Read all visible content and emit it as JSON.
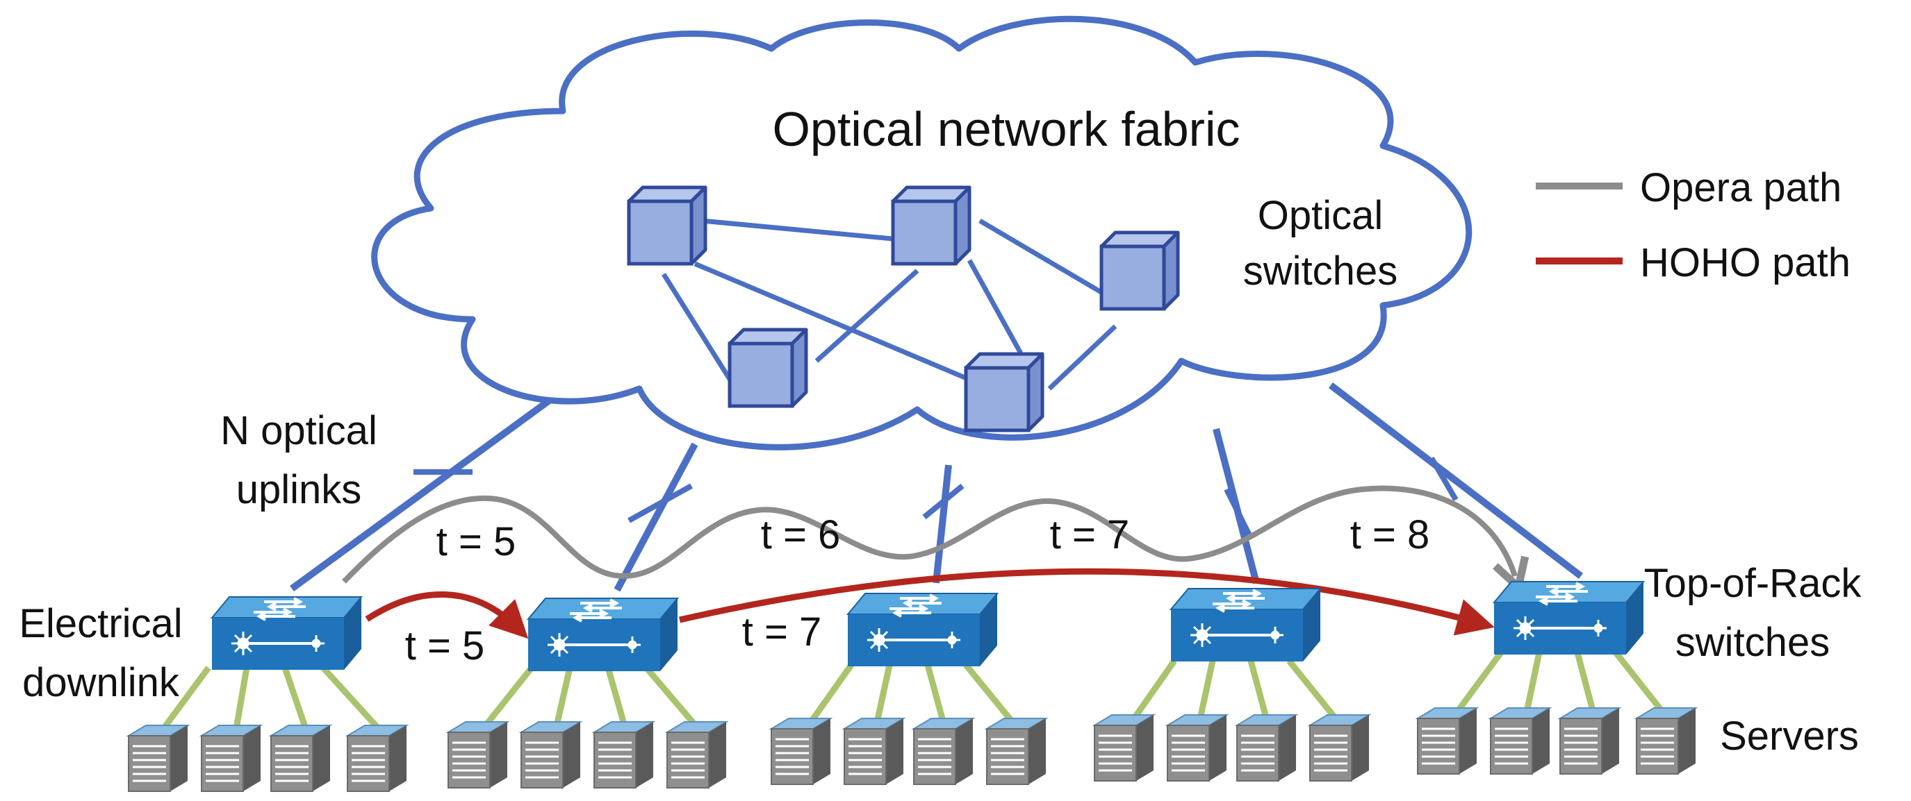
{
  "diagram": {
    "title": "Optical network fabric",
    "optical_switches_label_line1": "Optical",
    "optical_switches_label_line2": "switches",
    "uplinks_label_line1": "N optical",
    "uplinks_label_line2": "uplinks",
    "downlink_label_line1": "Electrical",
    "downlink_label_line2": "downlink",
    "tor_label_line1": "Top-of-Rack",
    "tor_label_line2": "switches",
    "servers_label": "Servers",
    "legend": {
      "opera": "Opera path",
      "hoho": "HOHO path"
    },
    "opera_times": [
      "t = 5",
      "t = 6",
      "t = 7",
      "t = 8"
    ],
    "hoho_times": [
      "t = 5",
      "t = 7"
    ],
    "colors": {
      "cloud": "#4a6fc4",
      "cube_face": "#98ade0",
      "cube_side": "#7a91cf",
      "cube_top": "#b7c6ec",
      "cube_edge": "#30499a",
      "opera": "#8c8c8c",
      "hoho": "#b3261e",
      "switch_top": "#2f8fd3",
      "switch_front": "#1e6fb5",
      "server_link": "#a9c46c",
      "server_top": "#7fb3d9",
      "server_body": "#8a8a8a"
    }
  }
}
